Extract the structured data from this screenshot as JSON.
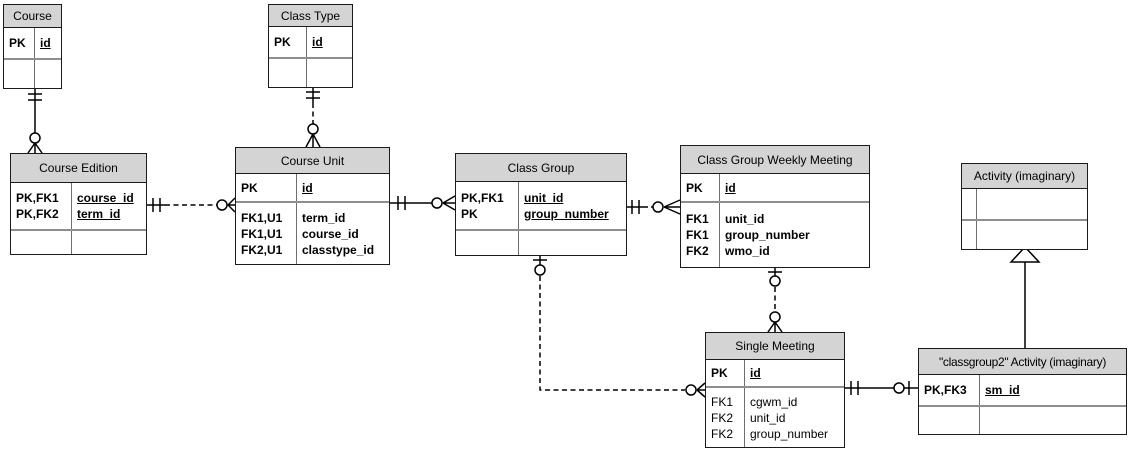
{
  "colors": {
    "entity_header_fill": "#d4d4d4",
    "entity_border": "#1b1b1b",
    "section_divider": "#8f8f8f",
    "relationship_line": "#000000"
  },
  "entities": {
    "course": {
      "title": "Course",
      "key_rows": [
        {
          "k": "PK",
          "n": "id"
        }
      ]
    },
    "class_type": {
      "title": "Class Type",
      "key_rows": [
        {
          "k": "PK",
          "n": "id"
        }
      ]
    },
    "course_edition": {
      "title": "Course Edition",
      "key_rows": [
        {
          "k": "PK,FK1",
          "n": "course_id"
        },
        {
          "k": "PK,FK2",
          "n": "term_id"
        }
      ]
    },
    "course_unit": {
      "title": "Course Unit",
      "key_rows": [
        {
          "k": "PK",
          "n": "id"
        }
      ],
      "attr_rows": [
        {
          "k": "FK1,U1",
          "n": "term_id"
        },
        {
          "k": "FK1,U1",
          "n": "course_id"
        },
        {
          "k": "FK2,U1",
          "n": "classtype_id"
        }
      ]
    },
    "class_group": {
      "title": "Class Group",
      "key_rows": [
        {
          "k": "PK,FK1",
          "n": "unit_id"
        },
        {
          "k": "PK",
          "n": "group_number"
        }
      ]
    },
    "class_group_weekly_meeting": {
      "title": "Class Group Weekly Meeting",
      "key_rows": [
        {
          "k": "PK",
          "n": "id"
        }
      ],
      "attr_rows": [
        {
          "k": "FK1",
          "n": "unit_id"
        },
        {
          "k": "FK1",
          "n": "group_number"
        },
        {
          "k": "FK2",
          "n": "wmo_id"
        }
      ]
    },
    "activity": {
      "title": "Activity (imaginary)"
    },
    "single_meeting": {
      "title": "Single Meeting",
      "key_rows": [
        {
          "k": "PK",
          "n": "id"
        }
      ],
      "attr_rows": [
        {
          "k": "FK1",
          "n": "cgwm_id"
        },
        {
          "k": "FK2",
          "n": "unit_id"
        },
        {
          "k": "FK2",
          "n": "group_number"
        }
      ]
    },
    "classgroup2_activity": {
      "title": "\"classgroup2\" Activity (imaginary)",
      "key_rows": [
        {
          "k": "PK,FK3",
          "n": "sm_id"
        }
      ]
    }
  },
  "relationships": [
    {
      "from": "Course",
      "to": "Course Edition",
      "from_cardinality": "one-and-only-one",
      "to_cardinality": "zero-or-many",
      "line": "solid"
    },
    {
      "from": "Class Type",
      "to": "Course Unit",
      "from_cardinality": "one-and-only-one",
      "to_cardinality": "zero-or-many",
      "line": "dashed"
    },
    {
      "from": "Course Edition",
      "to": "Course Unit",
      "from_cardinality": "one-and-only-one",
      "to_cardinality": "zero-or-many",
      "line": "dashed"
    },
    {
      "from": "Course Unit",
      "to": "Class Group",
      "from_cardinality": "one-and-only-one",
      "to_cardinality": "zero-or-many",
      "line": "solid"
    },
    {
      "from": "Class Group",
      "to": "Class Group Weekly Meeting",
      "from_cardinality": "one-and-only-one",
      "to_cardinality": "zero-or-many",
      "line": "dashed"
    },
    {
      "from": "Class Group Weekly Meeting",
      "to": "Single Meeting",
      "from_cardinality": "zero-or-one",
      "to_cardinality": "zero-or-many",
      "line": "dashed"
    },
    {
      "from": "Class Group",
      "to": "Single Meeting",
      "from_cardinality": "zero-or-one",
      "to_cardinality": "zero-or-many",
      "line": "dashed"
    },
    {
      "from": "Single Meeting",
      "to": "\"classgroup2\" Activity (imaginary)",
      "from_cardinality": "one-and-only-one",
      "to_cardinality": "zero-or-one",
      "line": "solid"
    },
    {
      "from": "\"classgroup2\" Activity (imaginary)",
      "to": "Activity (imaginary)",
      "type": "inheritance",
      "line": "solid"
    }
  ]
}
